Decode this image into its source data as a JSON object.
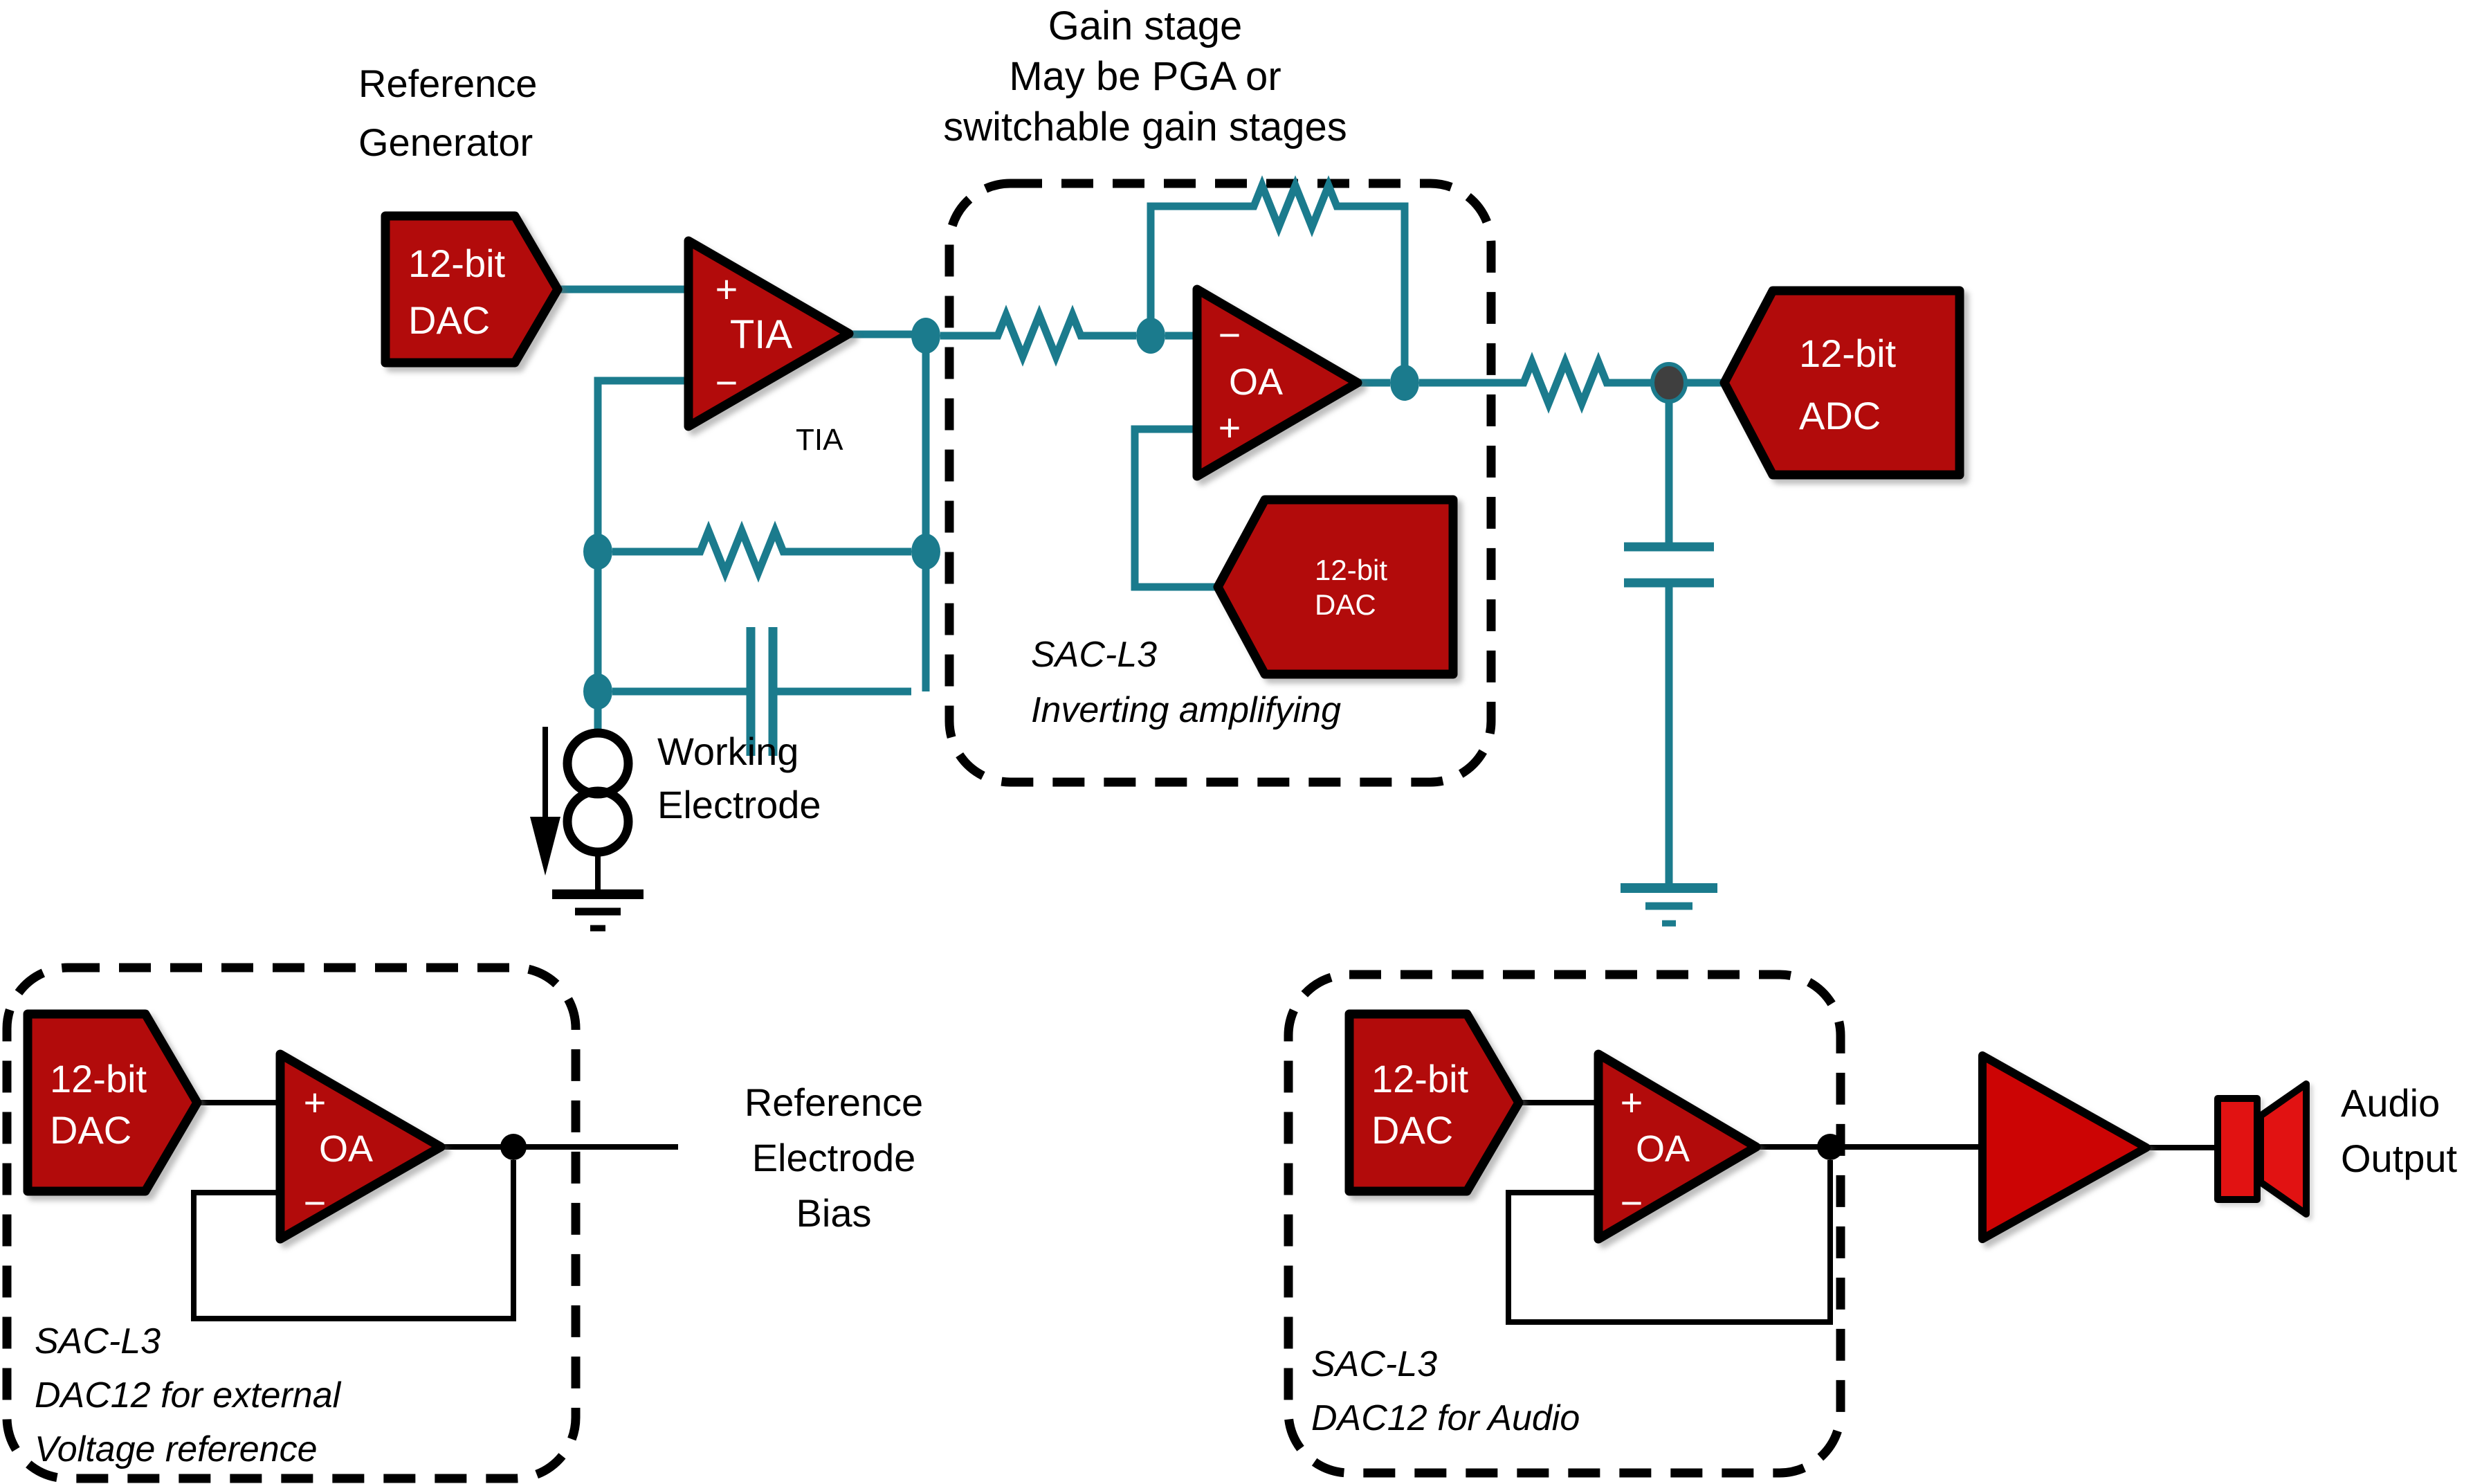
{
  "colors": {
    "bg": "#ffffff",
    "ink": "#000000",
    "wire": "#1b7b8d",
    "block_red": "#b20b0b",
    "amp_red": "#cc0404",
    "speaker_red": "#e11212",
    "text_on_block": "#ffffff",
    "node_gray": "#3f3f3f"
  },
  "labels": {
    "reference_generator": [
      "Reference",
      "Generator"
    ],
    "gain_stage_title": [
      "Gain stage",
      "May be PGA or",
      "switchable gain stages"
    ],
    "tia_caption": "TIA",
    "working_electrode": [
      "Working",
      "Electrode"
    ],
    "gain_box_caption": [
      "SAC-L3",
      "Inverting amplifying"
    ],
    "vref_box_caption": [
      "SAC-L3",
      "DAC12 for external",
      "Voltage reference"
    ],
    "audio_box_caption": [
      "SAC-L3",
      "DAC12 for Audio"
    ],
    "reference_electrode_bias": [
      "Reference",
      "Electrode",
      "Bias"
    ],
    "audio_output": [
      "Audio",
      "Output"
    ]
  },
  "blocks": {
    "reference_dac": {
      "line1": "12-bit",
      "line2": "DAC"
    },
    "tia_amp": {
      "plus": "+",
      "label": "TIA",
      "minus": "−"
    },
    "gain_oa": {
      "minus": "−",
      "label": "OA",
      "plus": "+"
    },
    "gain_dac": {
      "line1": "12-bit",
      "line2": "DAC"
    },
    "adc": {
      "line1": "12-bit",
      "line2": "ADC"
    },
    "vref_dac": {
      "line1": "12-bit",
      "line2": "DAC"
    },
    "vref_oa": {
      "plus": "+",
      "label": "OA",
      "minus": "−"
    },
    "audio_dac": {
      "line1": "12-bit",
      "line2": "DAC"
    },
    "audio_oa": {
      "plus": "+",
      "label": "OA",
      "minus": "−"
    }
  }
}
